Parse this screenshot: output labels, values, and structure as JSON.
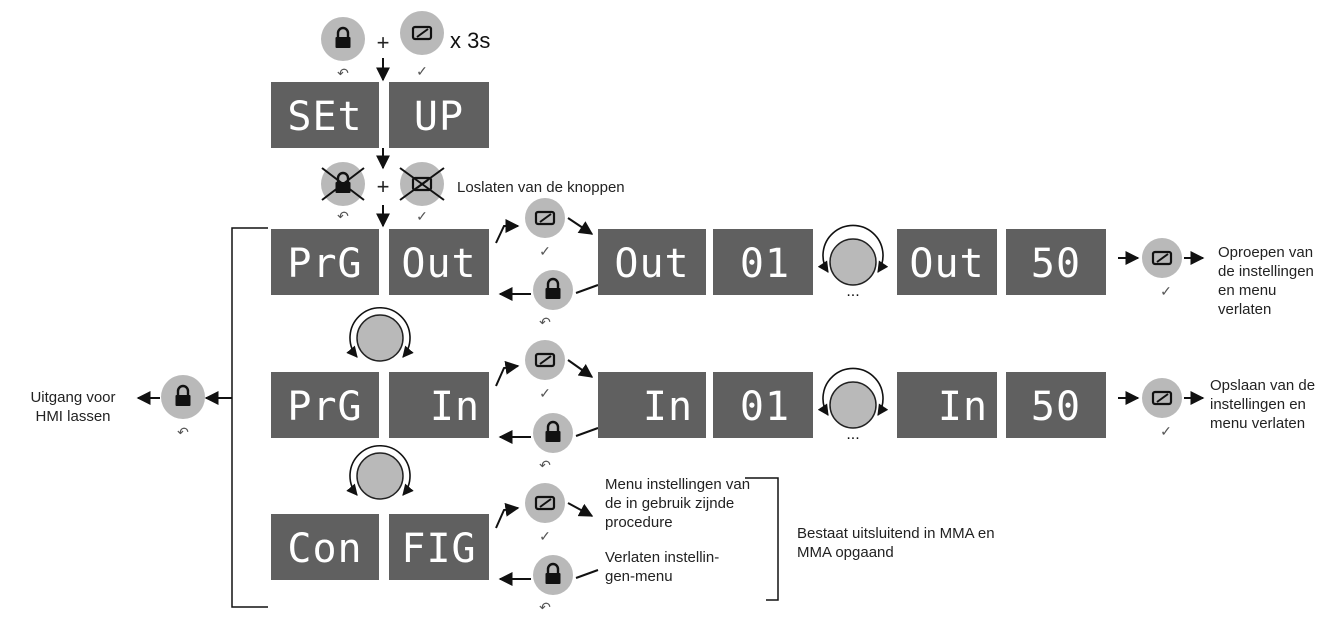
{
  "top": {
    "hold_text": "x 3s"
  },
  "release_text": "Loslaten van de knoppen",
  "plus_sign": "+",
  "displays": {
    "setup_left": "SEt",
    "setup_right": "UP",
    "prg": "PrG",
    "out": "Out",
    "in": "In",
    "con": "Con",
    "fig": "FIG",
    "out_value_first": "01",
    "out_value_last": "50",
    "in_value_first": "01",
    "in_value_last": "50"
  },
  "labels": {
    "exit_hmi": "Uitgang voor\nHMI lassen",
    "out_result": "Oproepen van\nde instellingen\nen menu\nverlaten",
    "in_result": "Opslaan van de\ninstellingen en\nmenu verlaten",
    "menu_settings": "Menu instellingen van\nde in gebruik zijnde\nprocedure",
    "leave_menu": "Verlaten instellin-\ngen-menu",
    "mma_note": "Bestaat uitsluitend in MMA en\nMMA opgaand"
  },
  "icons": {
    "button_fill": "#b9b9b9",
    "display_fill": "#606060",
    "lock_button": "lock-icon",
    "confirm_button": "edit-icon",
    "rotary_knob": "rotary-knob-icon",
    "back_symbol": "↶",
    "check_symbol": "✓",
    "ellipsis": "..."
  }
}
